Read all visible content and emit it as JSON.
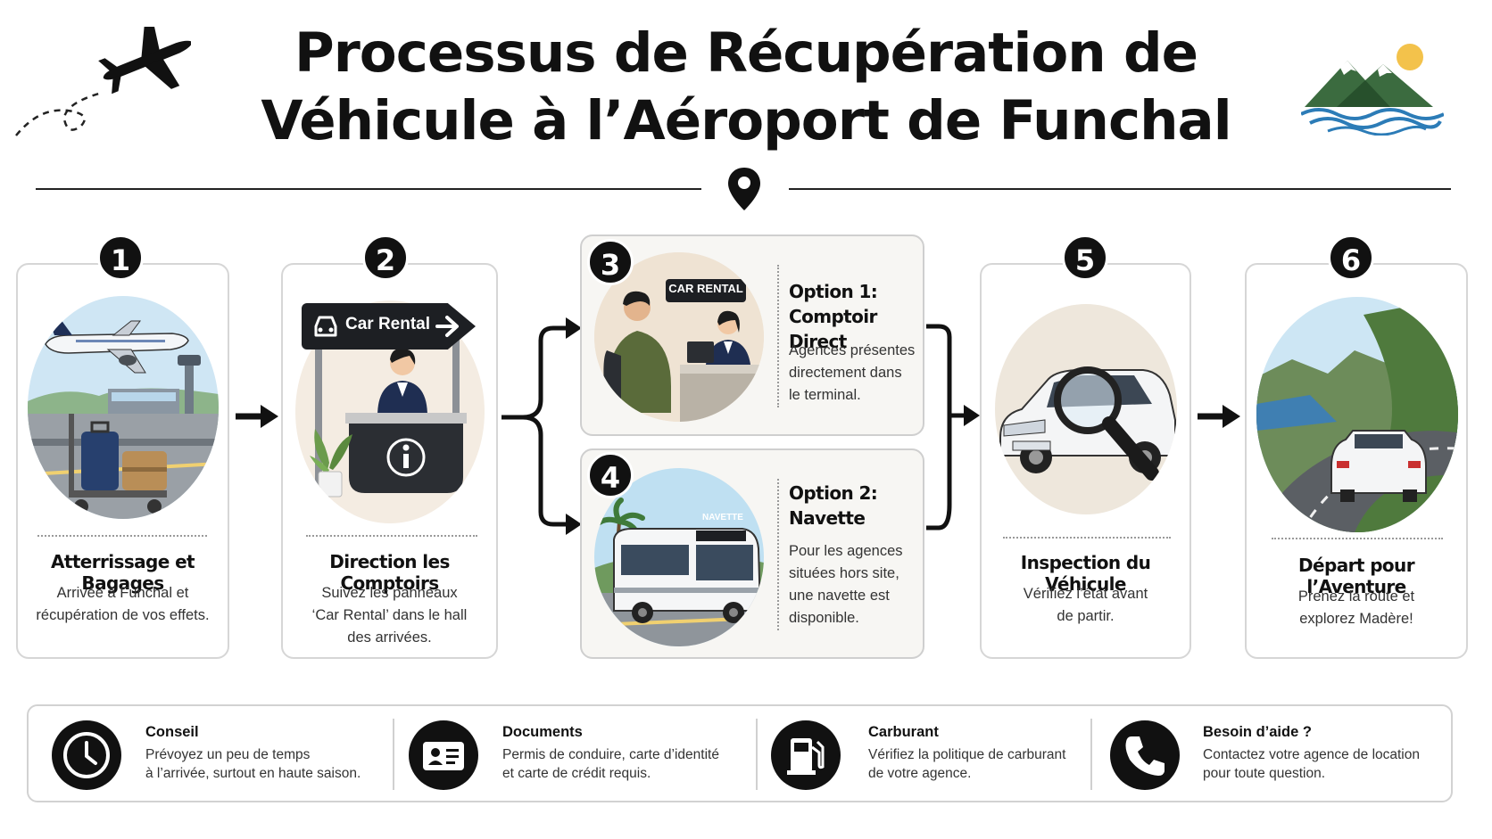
{
  "title": {
    "line1": "Processus de Récupération de",
    "line2": "Véhicule à l’Aéroport de Funchal"
  },
  "decor": {
    "plane": "airplane-icon",
    "pin": "map-pin-icon",
    "logo": "mountain-sea-logo"
  },
  "steps": [
    {
      "number": "1",
      "title": "Atterrissage et Bagages",
      "desc_lines": [
        "Arrivée à Funchal et",
        "récupération de vos effets."
      ],
      "icon": "airport-luggage-illustration"
    },
    {
      "number": "2",
      "title": "Direction les Comptoirs",
      "desc_lines": [
        "Suivez les panneaux",
        "‘Car Rental’ dans le hall",
        "des arrivées."
      ],
      "sign": "Car Rental",
      "icon": "info-desk-illustration"
    },
    {
      "number": "5",
      "title": "Inspection du Véhicule",
      "desc_lines": [
        "Vérifiez l’état avant",
        "de partir."
      ],
      "icon": "car-inspection-illustration"
    },
    {
      "number": "6",
      "title": "Départ pour l’Aventure",
      "desc_lines": [
        "Prenez la route et",
        "explorez Madère!"
      ],
      "icon": "coastal-road-illustration"
    }
  ],
  "options": [
    {
      "number": "3",
      "title_lines": [
        "Option 1:",
        "Comptoir Direct"
      ],
      "desc_lines": [
        "Agences présentes",
        "directement dans",
        "le terminal."
      ],
      "sign": "CAR RENTAL",
      "icon": "rental-counter-illustration"
    },
    {
      "number": "4",
      "title_lines": [
        "Option 2:",
        "Navette"
      ],
      "desc_lines": [
        "Pour les agences",
        "situées hors site,",
        "une navette est",
        "disponible."
      ],
      "sign": "NAVETTE",
      "icon": "shuttle-bus-illustration"
    }
  ],
  "tips": [
    {
      "title": "Conseil",
      "lines": [
        "Prévoyez un peu de temps",
        "à l’arrivée, surtout en haute saison."
      ],
      "icon": "clock-icon"
    },
    {
      "title": "Documents",
      "lines": [
        "Permis de conduire, carte d’identité",
        "et carte de crédit requis."
      ],
      "icon": "id-card-icon"
    },
    {
      "title": "Carburant",
      "lines": [
        "Vérifiez la politique de carburant",
        "de votre agence."
      ],
      "icon": "fuel-pump-icon"
    },
    {
      "title": "Besoin d’aide ?",
      "lines": [
        "Contactez votre agence de location",
        "pour toute question."
      ],
      "icon": "phone-icon"
    }
  ],
  "colors": {
    "ink": "#111111",
    "card_border": "#d6d6d6",
    "option_bg": "#f7f6f3",
    "sky": "#bfe0f2",
    "green": "#5c8c4a",
    "ocean": "#3f7fb2"
  }
}
